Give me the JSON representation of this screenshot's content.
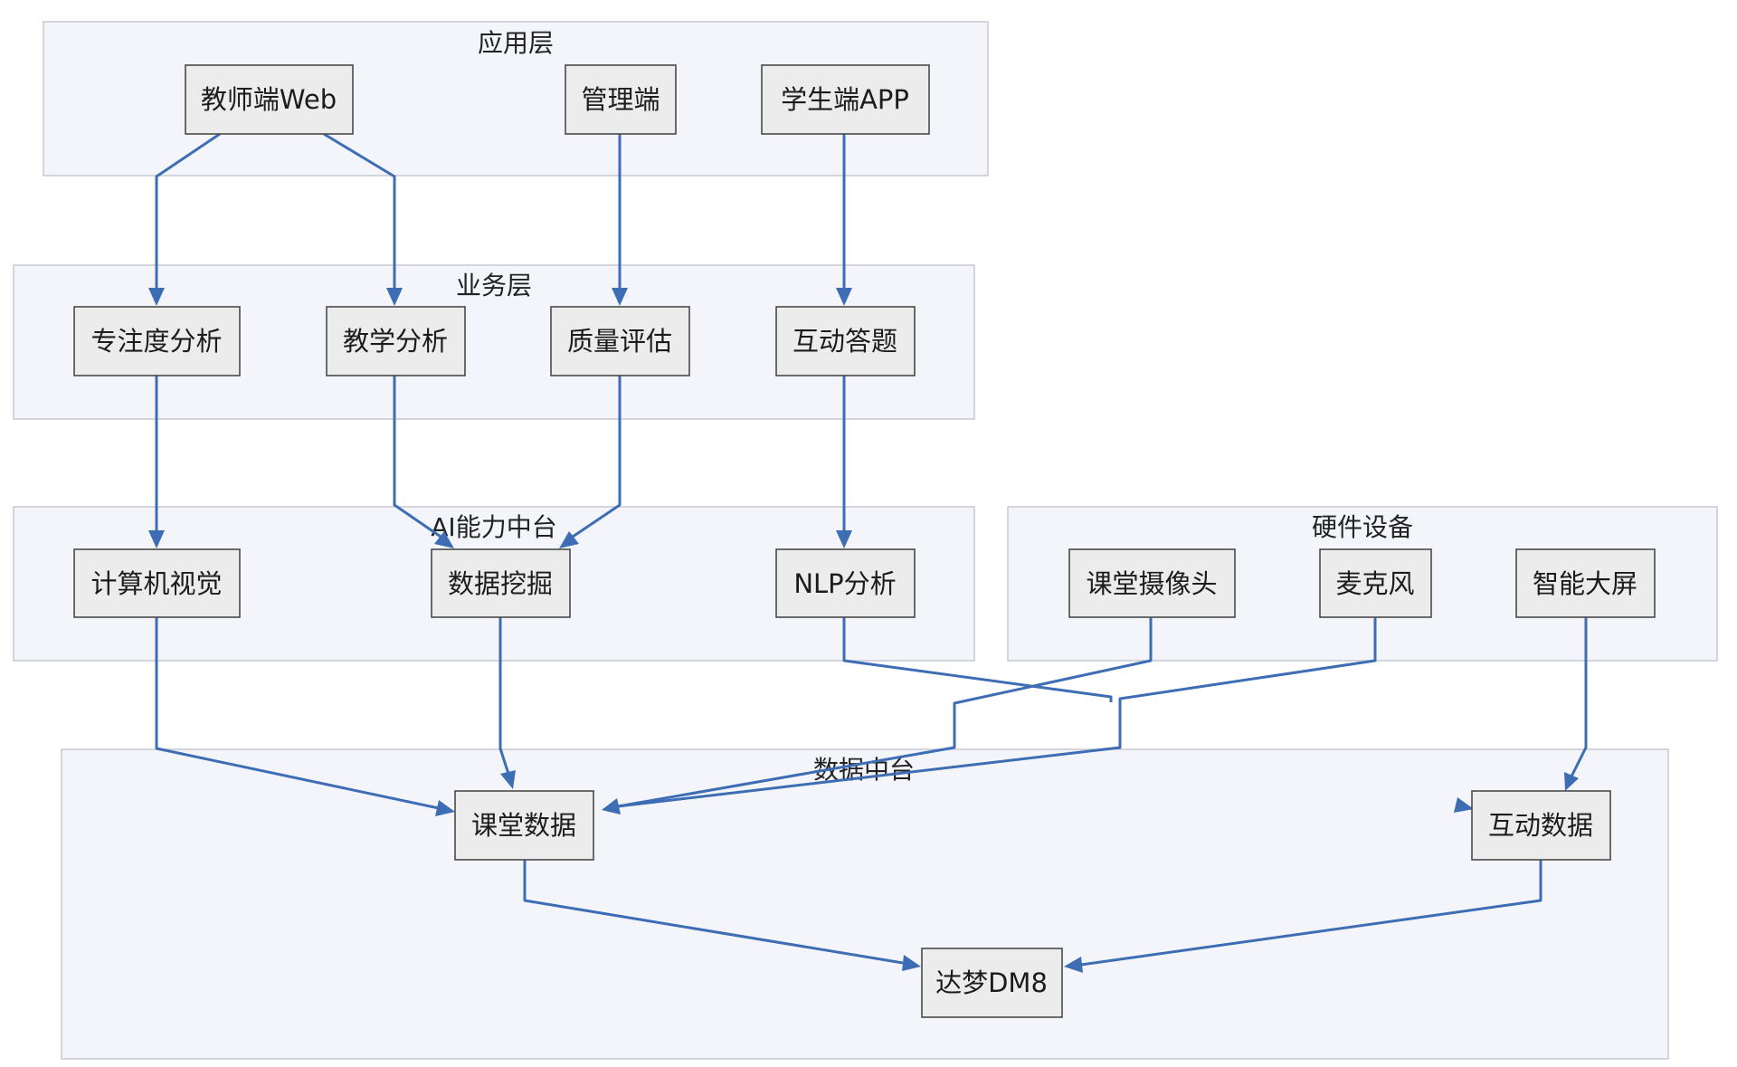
{
  "groups": {
    "app": {
      "title": "应用层"
    },
    "biz": {
      "title": "业务层"
    },
    "ai": {
      "title": "AI能力中台"
    },
    "hw": {
      "title": "硬件设备"
    },
    "data": {
      "title": "数据中台"
    }
  },
  "nodes": {
    "teacher_web": "教师端Web",
    "admin": "管理端",
    "student_app": "学生端APP",
    "focus_analysis": "专注度分析",
    "teaching_analysis": "教学分析",
    "quality_eval": "质量评估",
    "interactive_qa": "互动答题",
    "computer_vision": "计算机视觉",
    "data_mining": "数据挖掘",
    "nlp_analysis": "NLP分析",
    "classroom_camera": "课堂摄像头",
    "microphone": "麦克风",
    "smart_screen": "智能大屏",
    "classroom_data": "课堂数据",
    "interactive_data": "互动数据",
    "dameng_db": "达梦DM8"
  },
  "edges": [
    {
      "from": "teacher_web",
      "to": "focus_analysis"
    },
    {
      "from": "teacher_web",
      "to": "teaching_analysis"
    },
    {
      "from": "admin",
      "to": "quality_eval"
    },
    {
      "from": "student_app",
      "to": "interactive_qa"
    },
    {
      "from": "focus_analysis",
      "to": "computer_vision"
    },
    {
      "from": "teaching_analysis",
      "to": "data_mining"
    },
    {
      "from": "quality_eval",
      "to": "data_mining"
    },
    {
      "from": "interactive_qa",
      "to": "nlp_analysis"
    },
    {
      "from": "computer_vision",
      "to": "classroom_data"
    },
    {
      "from": "data_mining",
      "to": "classroom_data"
    },
    {
      "from": "classroom_camera",
      "to": "classroom_data"
    },
    {
      "from": "microphone",
      "to": "classroom_data"
    },
    {
      "from": "nlp_analysis",
      "to": "interactive_data"
    },
    {
      "from": "smart_screen",
      "to": "interactive_data"
    },
    {
      "from": "classroom_data",
      "to": "dameng_db"
    },
    {
      "from": "interactive_data",
      "to": "dameng_db"
    }
  ]
}
